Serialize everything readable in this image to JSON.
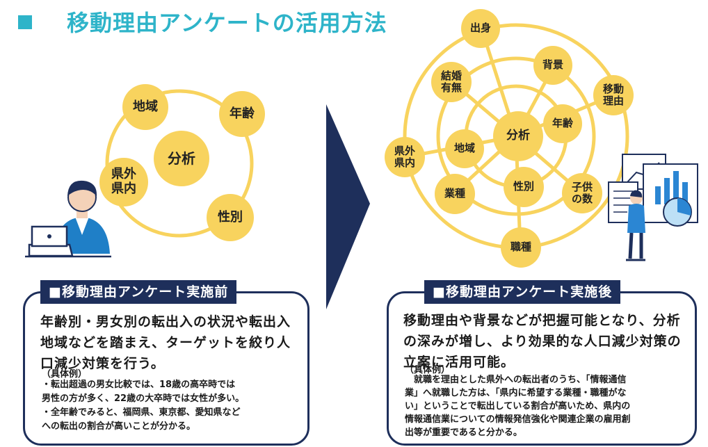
{
  "title": "移動理由アンケートの活用方法",
  "left_diagram": {
    "center": "分析",
    "nodes": [
      "地域",
      "年齢",
      "県外\n県内",
      "性別"
    ]
  },
  "right_diagram": {
    "center": "分析",
    "nodes": [
      "出身",
      "背景",
      "結婚\n有無",
      "移動\n理由",
      "年齢",
      "地域",
      "県外\n県内",
      "性別",
      "子供\nの数",
      "業種",
      "職種"
    ]
  },
  "before": {
    "label": "■移動理由アンケート実施前",
    "main": "年齢別・男女別の転出入の状況や転出入地域などを踏まえ、ターゲットを絞り人口減少対策を行う。",
    "example_head": "（具体例）",
    "example_lines": [
      "・転出超過の男女比較では、18歳の高卒時では",
      "男性の方が多く、22歳の大卒時では女性が多い。",
      "・全年齢でみると、福岡県、東京都、愛知県など",
      "への転出の割合が高いことが分かる。"
    ]
  },
  "after": {
    "label": "■移動理由アンケート実施後",
    "main": "移動理由や背景などが把握可能となり、分析の深みが増し、より効果的な人口減少対策の立案に活用可能。",
    "example_head": "（具体例）",
    "example_lines": [
      "　就職を理由とした県外への転出者のうち、「情報通信",
      "業」へ就職した方は、「県内に希望する業種・職種がな",
      "い」ということで転出している割合が高いため、県内の",
      "情報通信業についての情報発信強化や関連企業の雇用創",
      "出等が重要であると分かる。"
    ]
  },
  "colors": {
    "accent": "#2eb4c9",
    "node": "#f8d35e",
    "navy": "#1e2f5b"
  }
}
